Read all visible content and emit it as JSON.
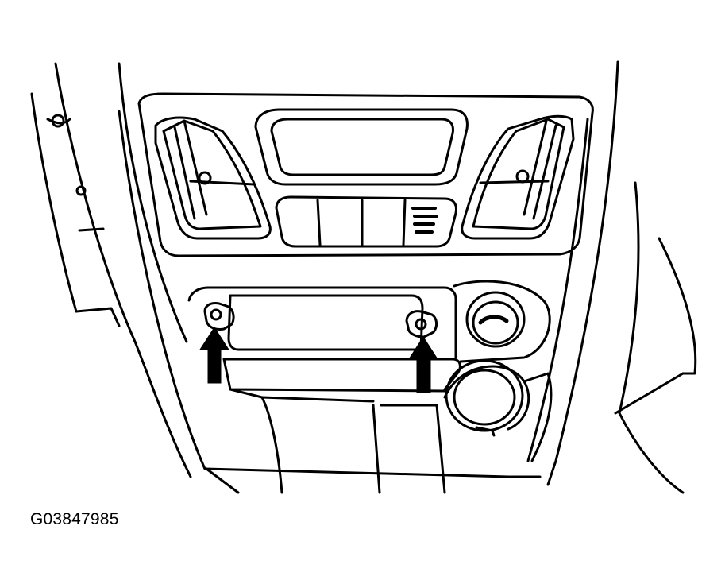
{
  "figure": {
    "id_label": "G03847985"
  },
  "colors": {
    "line": "#000000",
    "background": "#ffffff"
  },
  "callouts": [
    {
      "name": "left-mounting-screw",
      "icon": "up-arrow-icon"
    },
    {
      "name": "right-mounting-screw",
      "icon": "up-arrow-icon"
    }
  ]
}
